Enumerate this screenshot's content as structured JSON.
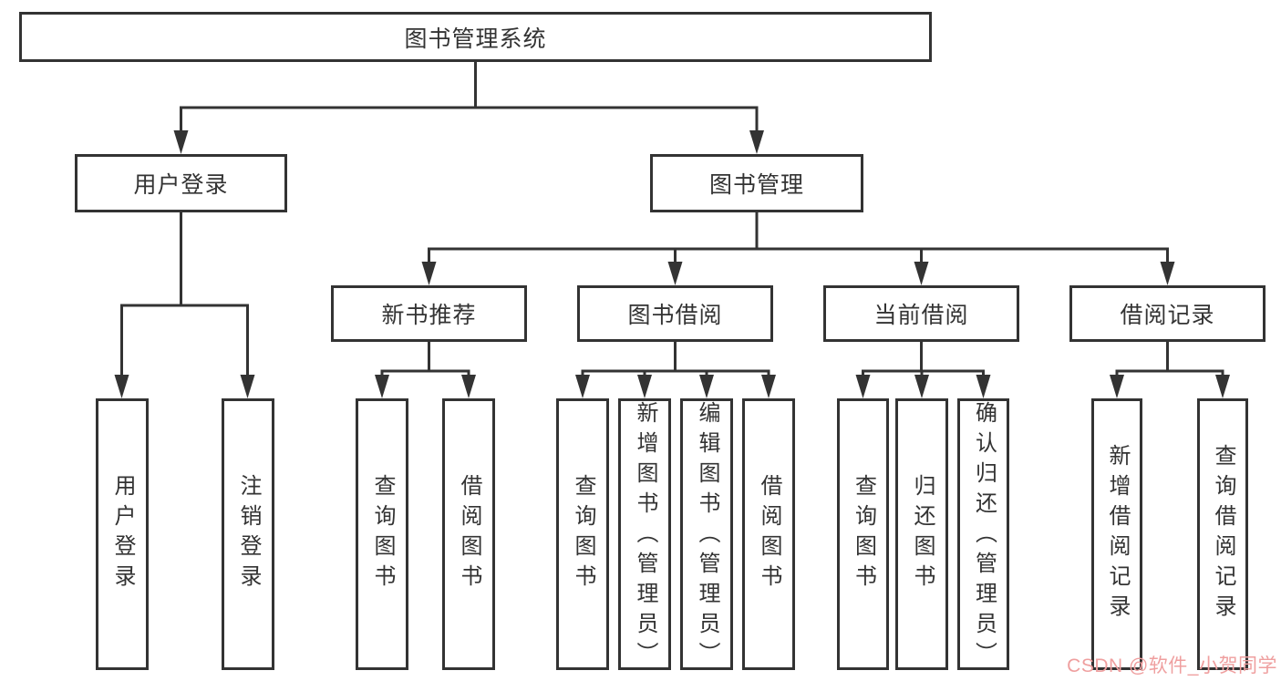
{
  "diagram": {
    "title_node": {
      "label": "图书管理系统"
    },
    "level1": [
      {
        "label": "用户登录"
      },
      {
        "label": "图书管理"
      }
    ],
    "level2": [
      {
        "label": "新书推荐"
      },
      {
        "label": "图书借阅"
      },
      {
        "label": "当前借阅"
      },
      {
        "label": "借阅记录"
      }
    ],
    "leaves": [
      {
        "label": "用户登录"
      },
      {
        "label": "注销登录"
      },
      {
        "label": "查询图书"
      },
      {
        "label": "借阅图书"
      },
      {
        "label": "查询图书"
      },
      {
        "label": "新增图书（管理员）"
      },
      {
        "label": "编辑图书（管理员）"
      },
      {
        "label": "借阅图书"
      },
      {
        "label": "查询图书"
      },
      {
        "label": "归还图书"
      },
      {
        "label": "确认归还（管理员）"
      },
      {
        "label": "新增借阅记录"
      },
      {
        "label": "查询借阅记录"
      }
    ],
    "watermark": "CSDN @软件_小贺同学",
    "colors": {
      "line": "#333333",
      "box_fill": "#ffffff",
      "text": "#333333",
      "watermark": "#ef9f9f",
      "background": "#ffffff"
    }
  }
}
